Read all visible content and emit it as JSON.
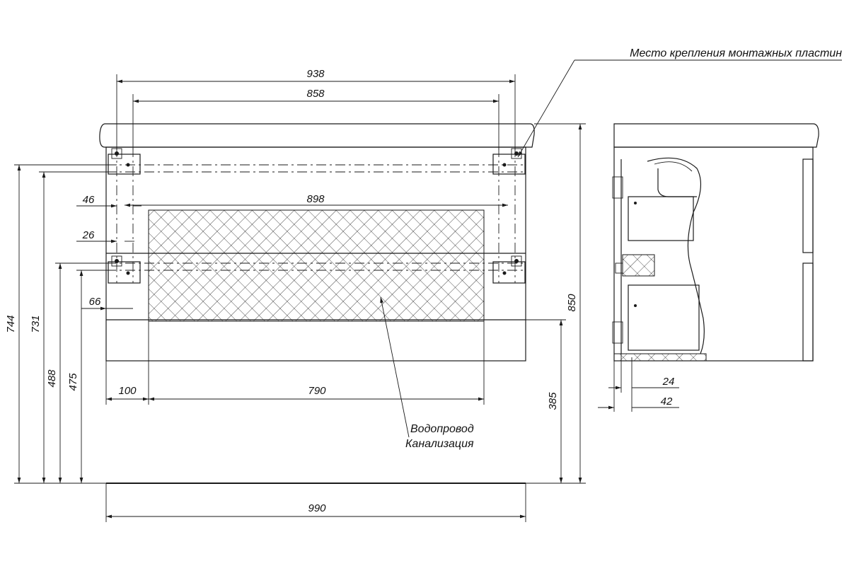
{
  "callouts": {
    "mounting_plates": "Место крепления монтажных пластин",
    "water_supply": "Водопровод",
    "sewer": "Канализация"
  },
  "dimensions": {
    "width_938": "938",
    "width_858": "858",
    "width_898": "898",
    "offset_46": "46",
    "offset_26": "26",
    "offset_66": "66",
    "offset_100": "100",
    "width_790": "790",
    "width_990": "990",
    "height_744": "744",
    "height_731": "731",
    "height_488": "488",
    "height_475": "475",
    "height_385": "385",
    "height_850": "850",
    "depth_24": "24",
    "depth_42": "42"
  },
  "colors": {
    "line": "#1a1a1a",
    "background": "#ffffff"
  }
}
